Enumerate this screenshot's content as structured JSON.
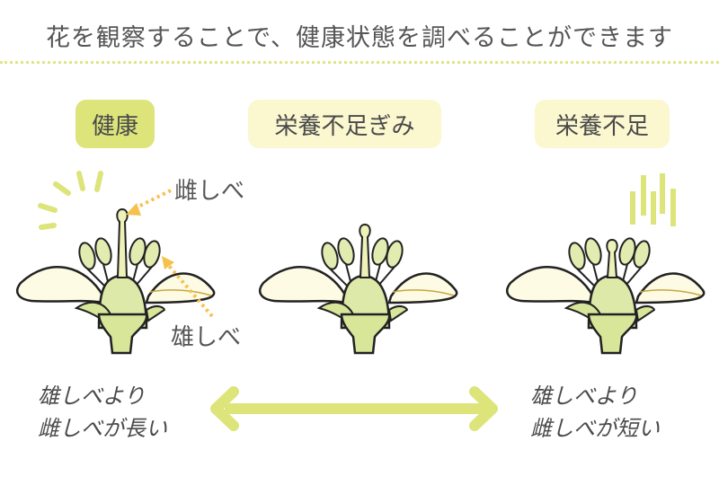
{
  "header": {
    "title": "花を観察することで、健康状態を調べることができます"
  },
  "states": [
    {
      "label": "健康",
      "badge_color": "#dce47a"
    },
    {
      "label": "栄養不足ぎみ",
      "badge_color": "#fbf8d0"
    },
    {
      "label": "栄養不足",
      "badge_color": "#fbf8d0"
    }
  ],
  "annotations": {
    "pistil": "雌しべ",
    "stamen": "雄しべ"
  },
  "comparison": {
    "left": [
      "雄しべより",
      "雌しべが長い"
    ],
    "right": [
      "雄しべより",
      "雌しべが短い"
    ]
  },
  "colors": {
    "accent": "#dce47a",
    "arrow": "#f7c04a",
    "petal": "#fdfbe4",
    "stem": "#d8e69a",
    "outline": "#222222"
  }
}
